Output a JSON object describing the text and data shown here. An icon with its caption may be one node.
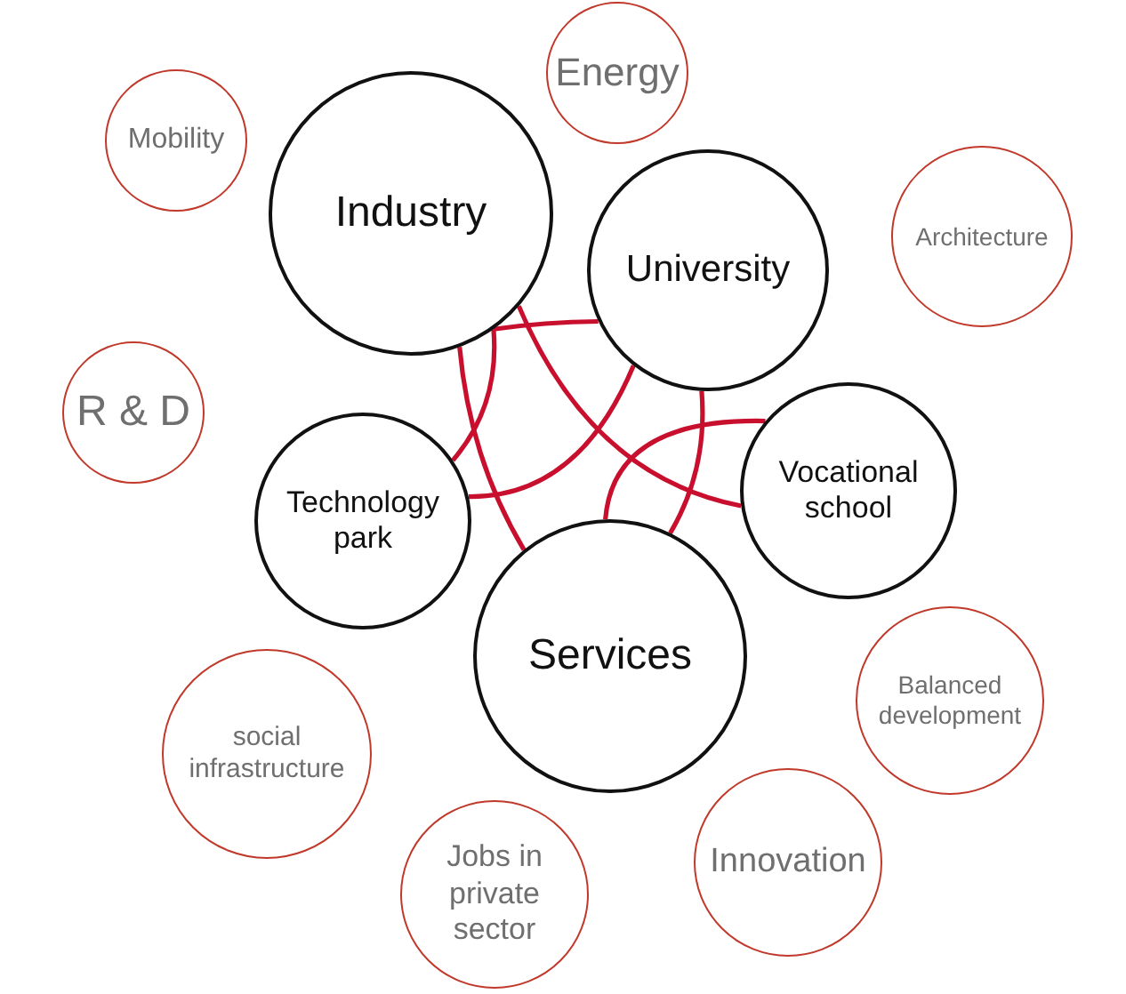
{
  "diagram": {
    "nodes": [
      {
        "text": [
          "Energy"
        ]
      },
      {
        "text": [
          "Mobility"
        ]
      },
      {
        "text": [
          "Industry"
        ]
      },
      {
        "text": [
          "Architecture"
        ]
      },
      {
        "text": [
          "University"
        ]
      },
      {
        "text": [
          "R & D"
        ]
      },
      {
        "text": [
          "Vocational school"
        ]
      },
      {
        "text": [
          "Technology park"
        ]
      },
      {
        "text": [
          "Services"
        ]
      },
      {
        "text": [
          "Balanced development"
        ]
      },
      {
        "text": [
          "social infrastructure"
        ]
      },
      {
        "text": [
          "Innovation"
        ]
      },
      {
        "text": [
          "Jobs in private sector"
        ]
      }
    ],
    "edges": [
      {
        "from": 2,
        "to": 4,
        "arrow": "none"
      },
      {
        "from": 2,
        "to": 7,
        "arrow": "none"
      },
      {
        "from": 2,
        "to": 8,
        "arrow": "none"
      },
      {
        "from": 2,
        "to": 6,
        "arrow": "none"
      },
      {
        "from": 4,
        "to": 7,
        "arrow": "none"
      },
      {
        "from": 4,
        "to": 8,
        "arrow": "none"
      },
      {
        "from": 6,
        "to": 8,
        "arrow": "none"
      }
    ]
  }
}
